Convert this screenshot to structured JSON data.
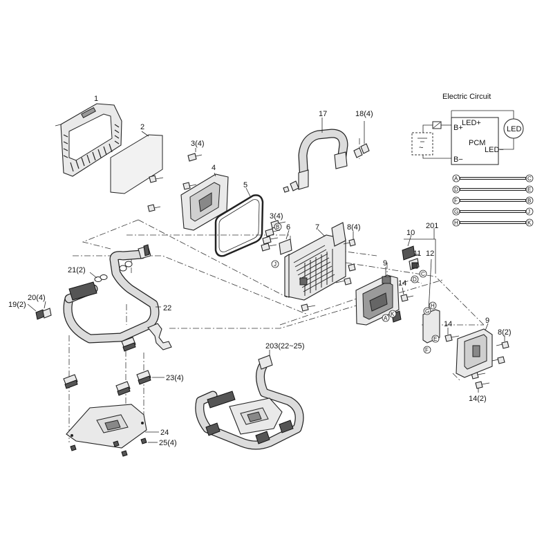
{
  "circuit": {
    "title": "Electric Circuit",
    "pcm_label": "PCM",
    "b_plus": "B+",
    "b_minus": "B−",
    "led_plus": "LED+",
    "led_minus": "LED−",
    "led_symbol": "LED",
    "battery_symbol": "~"
  },
  "wires": [
    {
      "left": "A",
      "right": "C"
    },
    {
      "left": "D",
      "right": "E"
    },
    {
      "left": "F",
      "right": "B"
    },
    {
      "left": "G",
      "right": "J"
    },
    {
      "left": "H",
      "right": "K"
    }
  ],
  "callouts": {
    "p1": "1",
    "p2": "2",
    "p3a": "3(4)",
    "p4": "4",
    "p5": "5",
    "p3b": "3(4)",
    "p6": "6",
    "p7": "7",
    "p8a": "8(4)",
    "p17": "17",
    "p18": "18(4)",
    "p10": "10",
    "p201": "201",
    "p11": "11",
    "p12": "12",
    "p9a": "9",
    "p14a": "14",
    "p14b": "14",
    "p9b": "9",
    "p8b": "8(2)",
    "p14c": "14(2)",
    "p21": "21(2)",
    "p20": "20(4)",
    "p19": "19(2)",
    "p22": "22",
    "p23": "23(4)",
    "p24": "24",
    "p25": "25(4)",
    "p203": "203(22~25)"
  },
  "markers": {
    "m_b_top": "B",
    "m_j_6": "J",
    "m_d_11": "D",
    "m_c_11": "C",
    "m_a_9": "A",
    "m_k_9": "K",
    "m_h_12": "H",
    "m_g_12": "G",
    "m_e_12": "E",
    "m_f_12": "F"
  }
}
